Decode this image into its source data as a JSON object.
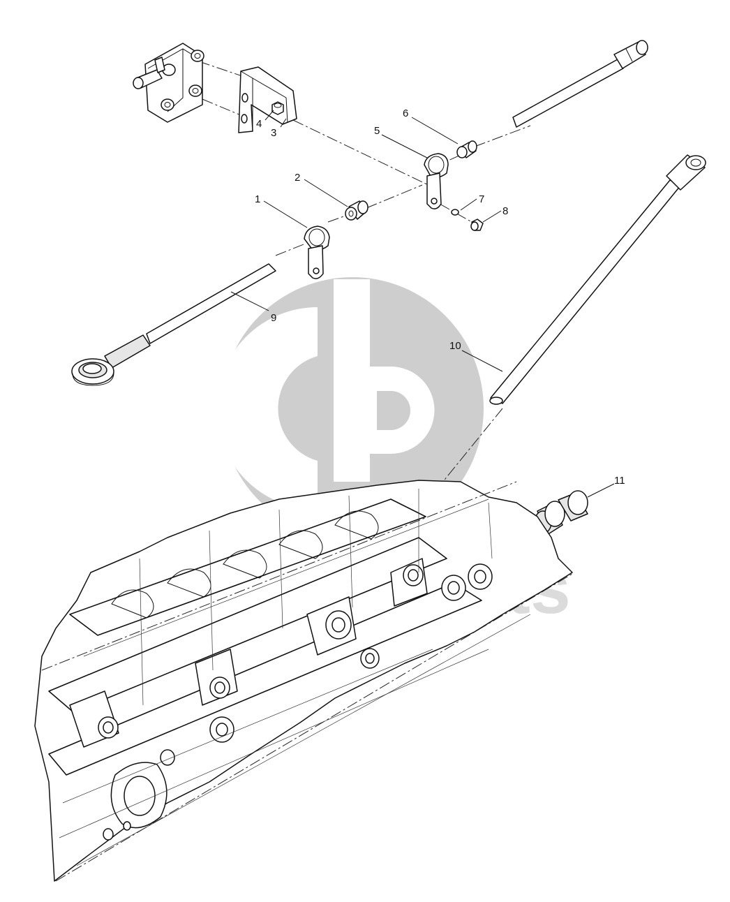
{
  "diagram": {
    "callouts": [
      {
        "label": "1"
      },
      {
        "label": "2"
      },
      {
        "label": "3"
      },
      {
        "label": "4"
      },
      {
        "label": "5"
      },
      {
        "label": "6"
      },
      {
        "label": "7"
      },
      {
        "label": "8"
      },
      {
        "label": "9"
      },
      {
        "label": "10"
      },
      {
        "label": "11"
      }
    ],
    "watermark": {
      "text": "dealer-parts",
      "color": "#c8c8c8"
    }
  }
}
